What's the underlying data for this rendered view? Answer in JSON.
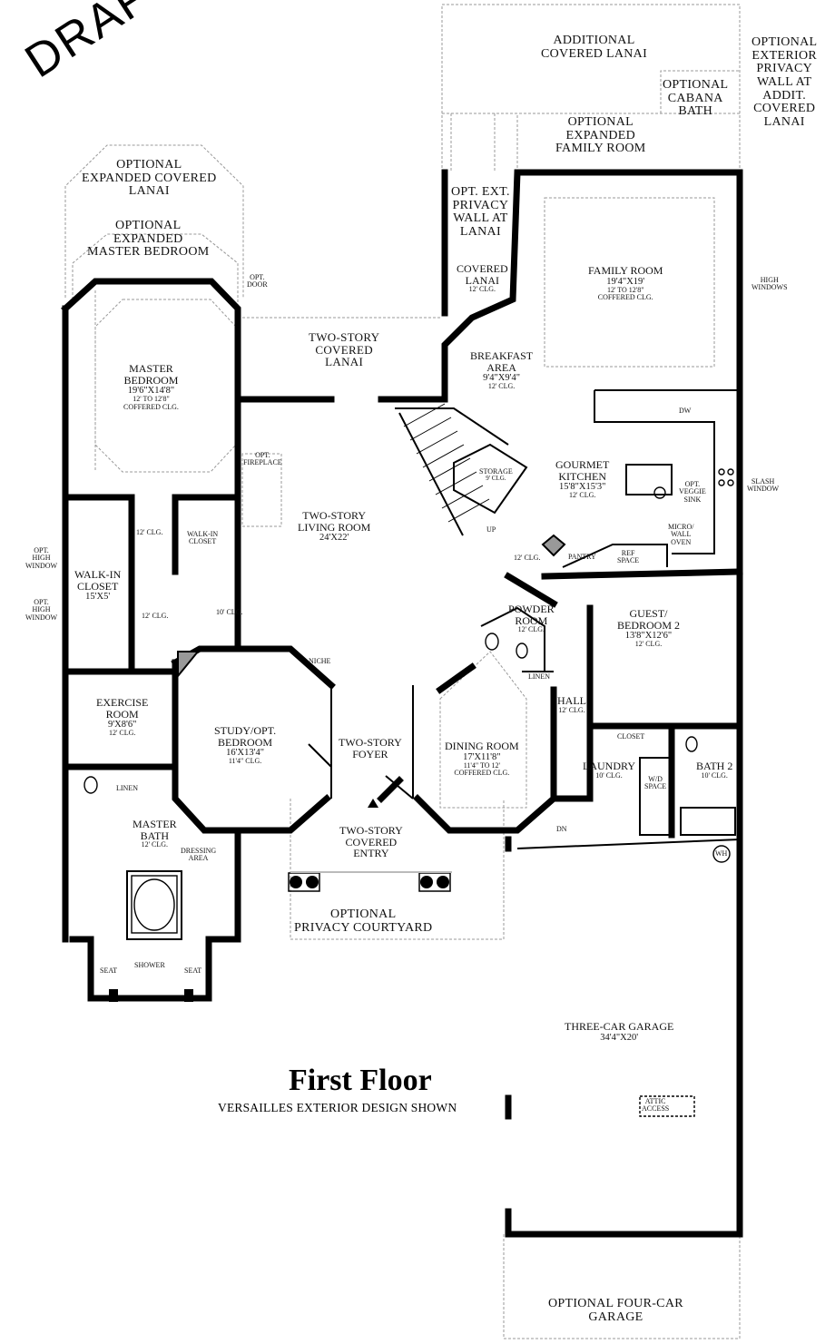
{
  "draft_stamp": "DRAFT",
  "title": "First Floor",
  "subtitle": "VERSAILLES EXTERIOR DESIGN SHOWN",
  "rooms": {
    "additional_covered_lanai": {
      "name": "ADDITIONAL\nCOVERED LANAI"
    },
    "optional_exterior_privacy_wall": {
      "name": "OPTIONAL\nEXTERIOR\nPRIVACY\nWALL AT\nADDIT.\nCOVERED\nLANAI"
    },
    "optional_cabana_bath": {
      "name": "OPTIONAL\nCABANA\nBATH"
    },
    "optional_expanded_family_room": {
      "name": "OPTIONAL\nEXPANDED\nFAMILY ROOM"
    },
    "optional_expanded_covered_lanai": {
      "name": "OPTIONAL\nEXPANDED COVERED\nLANAI"
    },
    "optional_expanded_master_bedroom": {
      "name": "OPTIONAL\nEXPANDED\nMASTER BEDROOM"
    },
    "opt_door": {
      "name": "OPT.\nDOOR"
    },
    "opt_ext_privacy_wall_at_lanai": {
      "name": "OPT. EXT.\nPRIVACY\nWALL AT\nLANAI"
    },
    "covered_lanai": {
      "name": "COVERED\nLANAI",
      "ceiling": "12' CLG."
    },
    "family_room": {
      "name": "FAMILY ROOM",
      "dims": "19'4\"X19'",
      "ceiling": "12' TO 12'8\"\nCOFFERED CLG."
    },
    "high_windows": {
      "name": "HIGH\nWINDOWS"
    },
    "two_story_covered_lanai": {
      "name": "TWO-STORY\nCOVERED\nLANAI"
    },
    "breakfast_area": {
      "name": "BREAKFAST\nAREA",
      "dims": "9'4\"X9'4\"",
      "ceiling": "12' CLG."
    },
    "master_bedroom": {
      "name": "MASTER\nBEDROOM",
      "dims": "19'6\"X14'8\"",
      "ceiling": "12' TO 12'8\"\nCOFFERED CLG."
    },
    "dw": {
      "name": "DW"
    },
    "opt_fireplace": {
      "name": "OPT.\nFIREPLACE"
    },
    "storage": {
      "name": "STORAGE",
      "ceiling": "9' CLG."
    },
    "gourmet_kitchen": {
      "name": "GOURMET\nKITCHEN",
      "dims": "15'8\"X15'3\"",
      "ceiling": "12' CLG."
    },
    "opt_veggie_sink": {
      "name": "OPT.\nVEGGIE\nSINK"
    },
    "slash_window": {
      "name": "SLASH\nWINDOW"
    },
    "two_story_living_room": {
      "name": "TWO-STORY\nLIVING ROOM",
      "dims": "24'X22'"
    },
    "hall_clg_upper": {
      "name": "12' CLG."
    },
    "walk_in_closet_small": {
      "name": "WALK-IN\nCLOSET"
    },
    "up_label": {
      "name": "UP"
    },
    "micro_wall_oven": {
      "name": "MICRO/\nWALL\nOVEN"
    },
    "opt_high_window_1": {
      "name": "OPT.\nHIGH\nWINDOW"
    },
    "walk_in_closet": {
      "name": "WALK-IN\nCLOSET",
      "dims": "15'X5'"
    },
    "foyer_clg": {
      "name": "12' CLG."
    },
    "pantry": {
      "name": "PANTRY"
    },
    "ref_space": {
      "name": "REF\nSPACE"
    },
    "opt_high_window_2": {
      "name": "OPT.\nHIGH\nWINDOW"
    },
    "powder_room": {
      "name": "POWDER\nROOM",
      "ceiling": "12' CLG."
    },
    "hall_clg_mid": {
      "name": "12' CLG."
    },
    "ten_clg": {
      "name": "10' CLG."
    },
    "guest_bedroom_2": {
      "name": "GUEST/\nBEDROOM 2",
      "dims": "13'8\"X12'6\"",
      "ceiling": "12' CLG."
    },
    "niche": {
      "name": "NICHE"
    },
    "linen_upper": {
      "name": "LINEN"
    },
    "exercise_room": {
      "name": "EXERCISE\nROOM",
      "dims": "9'X8'6\"",
      "ceiling": "12' CLG."
    },
    "hall": {
      "name": "HALL",
      "ceiling": "12' CLG."
    },
    "study": {
      "name": "STUDY/OPT.\nBEDROOM",
      "dims": "16'X13'4\"",
      "ceiling": "11'4\" CLG."
    },
    "two_story_foyer": {
      "name": "TWO-STORY\nFOYER"
    },
    "dining_room": {
      "name": "DINING ROOM",
      "dims": "17'X11'8\"",
      "ceiling": "11'4\" TO 12'\nCOFFERED CLG."
    },
    "closet": {
      "name": "CLOSET"
    },
    "laundry": {
      "name": "LAUNDRY",
      "ceiling": "10' CLG."
    },
    "bath_2": {
      "name": "BATH 2",
      "ceiling": "10' CLG."
    },
    "wd_space": {
      "name": "W/D\nSPACE"
    },
    "linen_lower": {
      "name": "LINEN"
    },
    "master_bath": {
      "name": "MASTER\nBATH",
      "ceiling": "12' CLG."
    },
    "dressing_area": {
      "name": "DRESSING\nAREA"
    },
    "two_story_covered_entry": {
      "name": "TWO-STORY\nCOVERED\nENTRY"
    },
    "dn": {
      "name": "DN"
    },
    "wh": {
      "name": "WH"
    },
    "optional_privacy_courtyard": {
      "name": "OPTIONAL\nPRIVACY COURTYARD"
    },
    "seat_left": {
      "name": "SEAT"
    },
    "shower": {
      "name": "SHOWER"
    },
    "seat_right": {
      "name": "SEAT"
    },
    "three_car_garage": {
      "name": "THREE-CAR GARAGE",
      "dims": "34'4\"X20'"
    },
    "attic_access": {
      "name": "ATTIC\nACCESS"
    },
    "optional_four_car_garage": {
      "name": "OPTIONAL FOUR-CAR\nGARAGE"
    }
  }
}
